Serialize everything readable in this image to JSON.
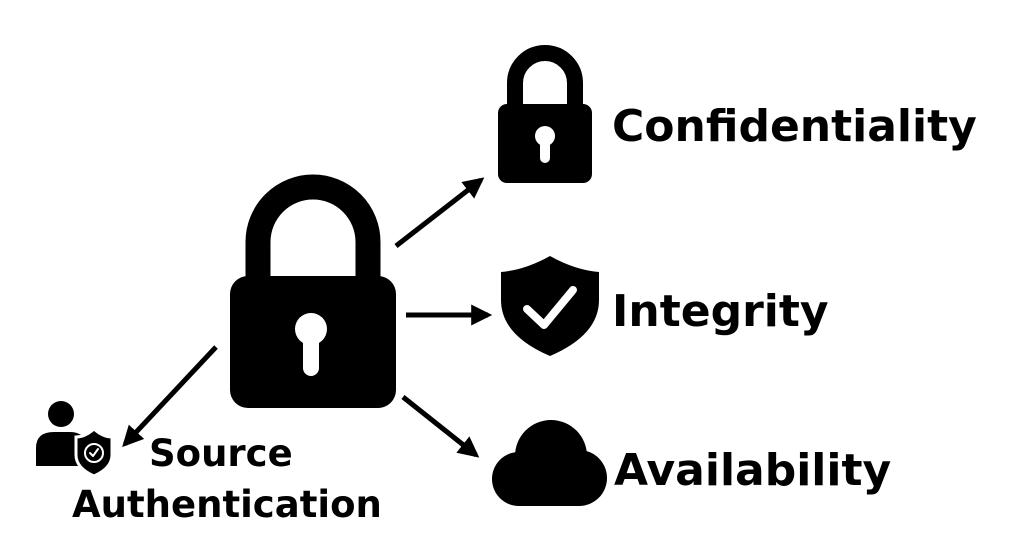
{
  "diagram": {
    "center": {
      "icon": "padlock-icon"
    },
    "nodes": [
      {
        "id": "confidentiality",
        "label": "Confidentiality",
        "icon": "padlock-icon"
      },
      {
        "id": "integrity",
        "label": "Integrity",
        "icon": "shield-check-icon"
      },
      {
        "id": "availability",
        "label": "Availability",
        "icon": "cloud-icon"
      },
      {
        "id": "source_auth",
        "label_line1": "Source",
        "label_line2": "Authentication",
        "icon": "user-shield-icon"
      }
    ],
    "colors": {
      "ink": "#000000",
      "background": "#ffffff"
    }
  }
}
